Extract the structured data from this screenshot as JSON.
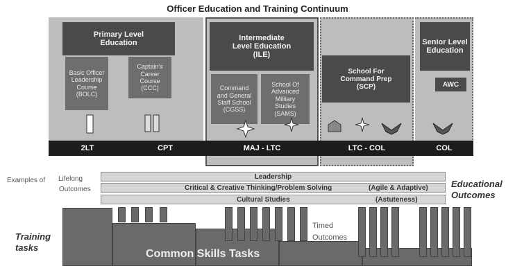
{
  "title": "Officer Education and Training Continuum",
  "blocks": {
    "primary": "Primary Level Education",
    "intermediate": "Intermediate Level Education (ILE)",
    "senior": "Senior Level Education",
    "bolc": "Basic Officer Leadership Course (BOLC)",
    "ccc": "Captain's Career Course (CCC)",
    "cgss": "Command and General Staff School (CGSS)",
    "sams": "School Of Advanced Military Studies (SAMS)",
    "scp": "School For Command Prep (SCP)",
    "awc": "AWC"
  },
  "ranks": [
    "2LT",
    "CPT",
    "MAJ - LTC",
    "LTC - COL",
    "COL"
  ],
  "lifelong": {
    "examples": "Examples of",
    "lifelong": "Lifelong",
    "outcomes": "Outcomes"
  },
  "bands": {
    "leadership": "Leadership",
    "critical": "Critical & Creative Thinking/Problem Solving",
    "agile": "(Agile & Adaptive)",
    "cultural": "Cultural Studies",
    "astuteness": "(Astuteness)"
  },
  "educational_outcomes": "Educational Outcomes",
  "training_tasks": "Training tasks",
  "timed_outcomes": "Timed Outcomes",
  "common_skills": "Common Skills Tasks",
  "colors": {
    "panel": "#bdbdbd",
    "dark_block": "#4a4a4a",
    "mid_block": "#6e6e6e",
    "rank_bar": "#1c1c1c",
    "band": "#d6d6d6"
  },
  "icons": [
    "second-lieutenant-bar-icon",
    "captain-bars-icon",
    "major-oak-leaf-icon",
    "ltc-oak-leaf-icon",
    "cdr-insignia-icon",
    "ltc-leaf-icon",
    "eagle-icon",
    "colonel-eagle-icon"
  ]
}
